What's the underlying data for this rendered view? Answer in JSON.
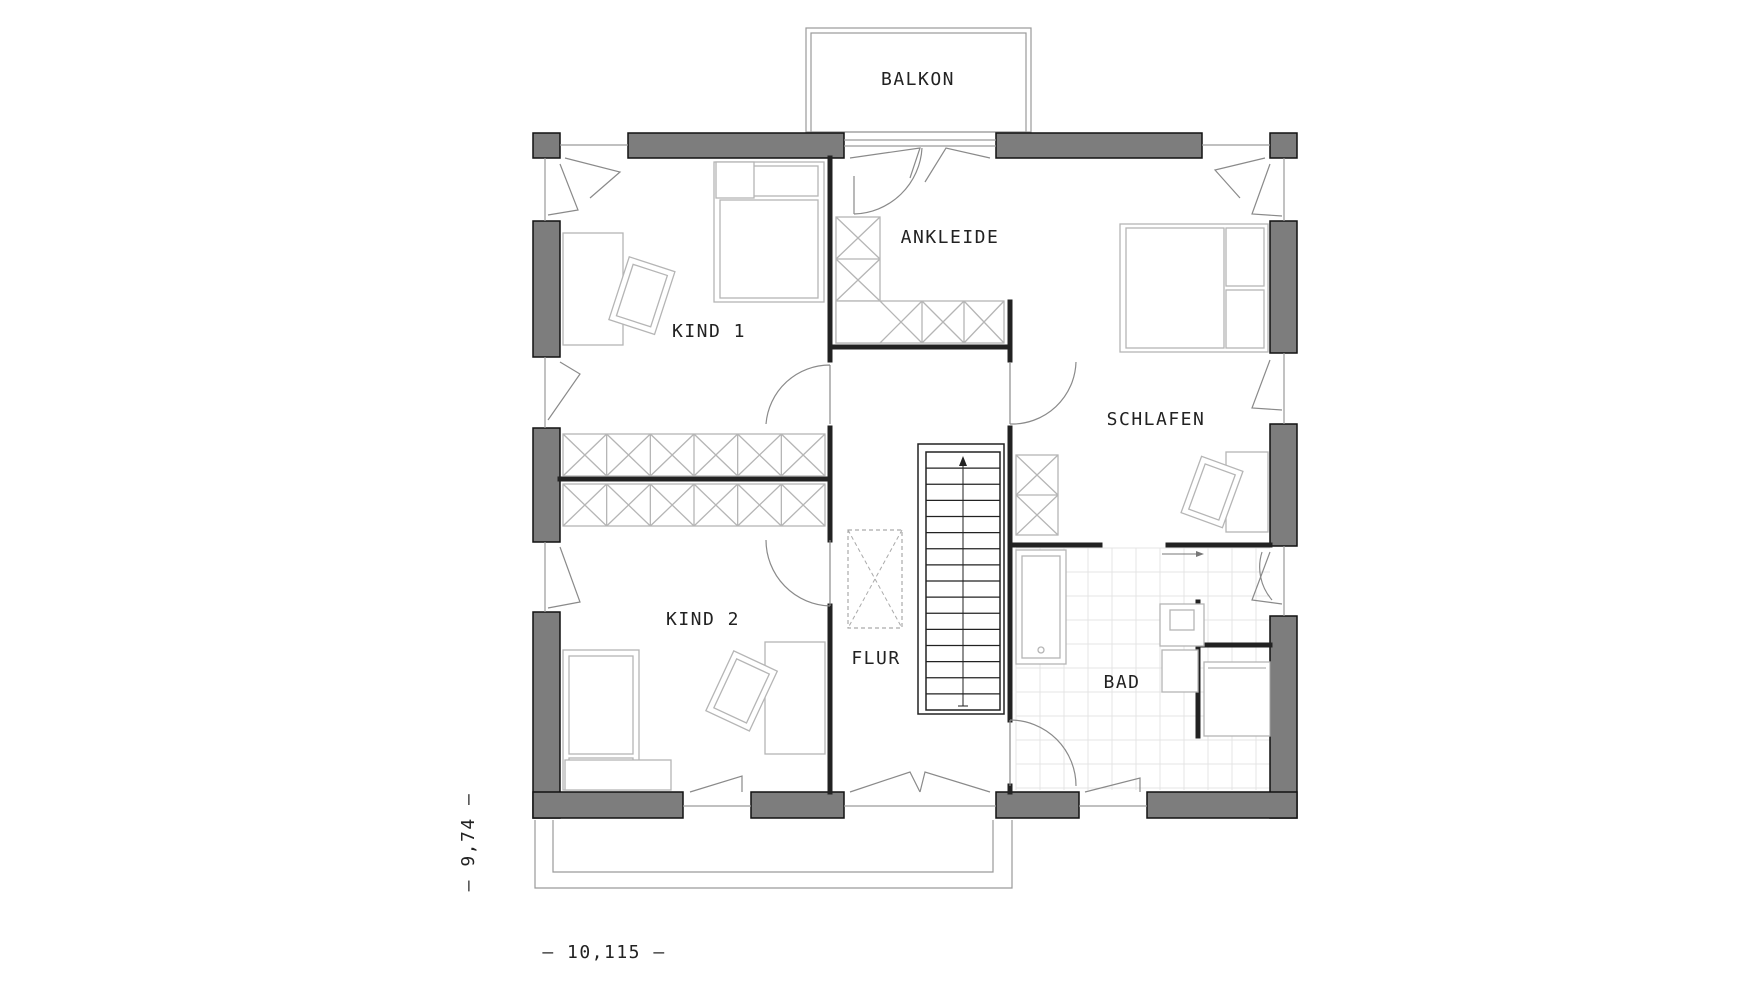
{
  "rooms": {
    "balkon": "BALKON",
    "ankleide": "ANKLEIDE",
    "kind1": "KIND 1",
    "schlafen": "SCHLAFEN",
    "kind2": "KIND 2",
    "flur": "FLUR",
    "bad": "BAD"
  },
  "dimensions": {
    "width": "– 10,115 –",
    "height": "– 9,74 –"
  },
  "colors": {
    "wall_fill": "#7d7d7d",
    "line": "#222222",
    "furniture": "#b5b5b5"
  }
}
